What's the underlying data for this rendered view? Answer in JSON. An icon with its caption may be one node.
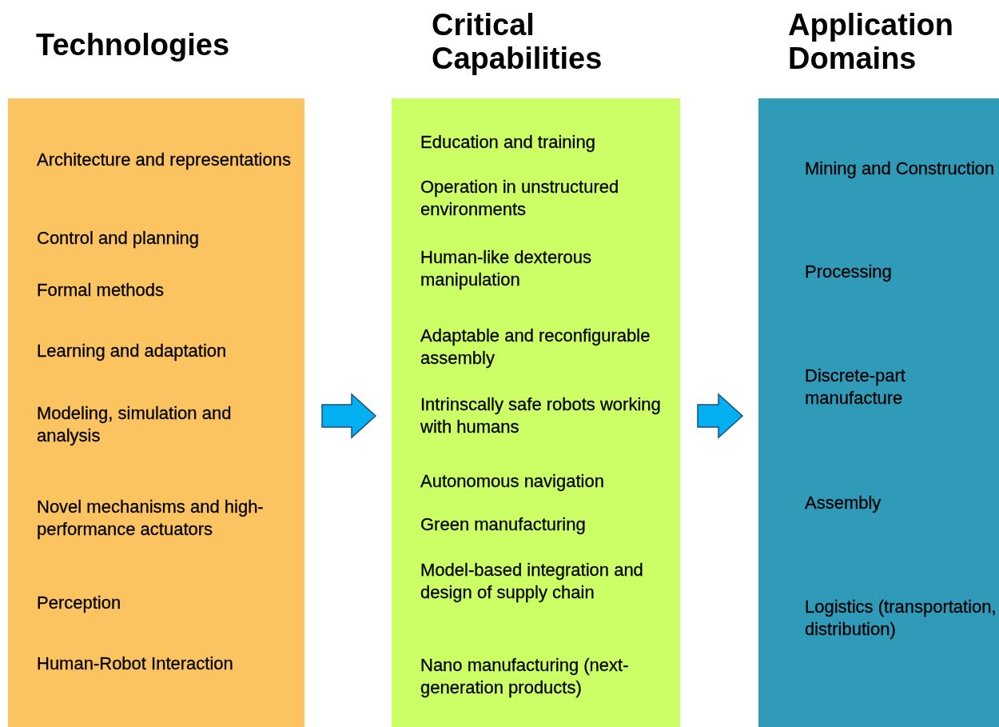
{
  "diagram": {
    "nodes": [
      {
        "text": [
          "Technologies",
          "Architecture and representations",
          "Control and planning",
          "Formal methods",
          "Learning and adaptation",
          "Modeling, simulation and analysis",
          "Novel mechanisms and high-performance actuators",
          "Perception",
          "Human-Robot Interaction"
        ]
      },
      {
        "text": [
          "Critical Capabilities",
          "Education and training",
          "Operation in unstructured environments",
          "Human-like dexterous manipulation",
          "Adaptable and reconfigurable assembly",
          "Intrinscally safe robots working with humans",
          "Autonomous navigation",
          "Green manufacturing",
          "Model-based integration and design of supply chain",
          "Nano manufacturing (next-generation products)"
        ]
      },
      {
        "text": [
          "Application Domains",
          "Mining and Construction",
          "Processing",
          "Discrete-part manufacture",
          "Assembly",
          "Logistics (transportation, distribution)"
        ]
      }
    ],
    "edges": [
      {
        "from": 0,
        "to": 1,
        "arrow": "to"
      },
      {
        "from": 1,
        "to": 2,
        "arrow": "to"
      }
    ]
  }
}
